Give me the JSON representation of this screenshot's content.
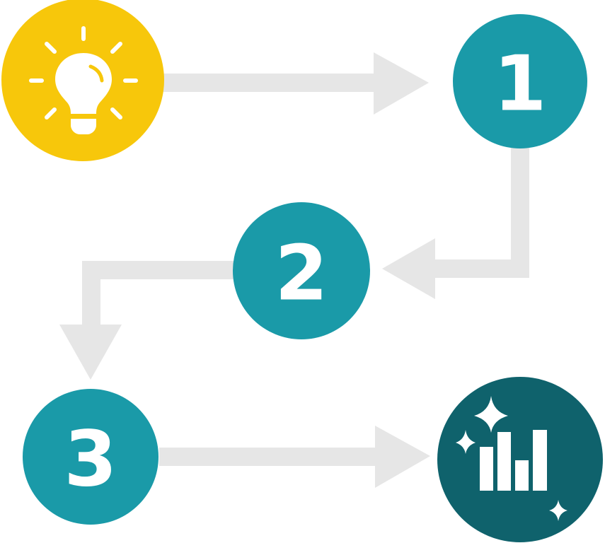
{
  "diagram": {
    "nodes": [
      {
        "id": "idea",
        "icon": "lightbulb-icon",
        "color": "#F7C70B"
      },
      {
        "id": "step-1",
        "label": "1",
        "color": "#1A9AA8"
      },
      {
        "id": "step-2",
        "label": "2",
        "color": "#1A9AA8"
      },
      {
        "id": "step-3",
        "label": "3",
        "color": "#1A9AA8"
      },
      {
        "id": "result",
        "icon": "bar-chart-sparkle-icon",
        "color": "#0F626C"
      }
    ],
    "edges": [
      {
        "from": "idea",
        "to": "step-1"
      },
      {
        "from": "step-1",
        "to": "step-2"
      },
      {
        "from": "step-2",
        "to": "step-3"
      },
      {
        "from": "step-3",
        "to": "result"
      }
    ],
    "arrow_color": "#E6E6E6",
    "icon_color": "#FFFFFF"
  }
}
